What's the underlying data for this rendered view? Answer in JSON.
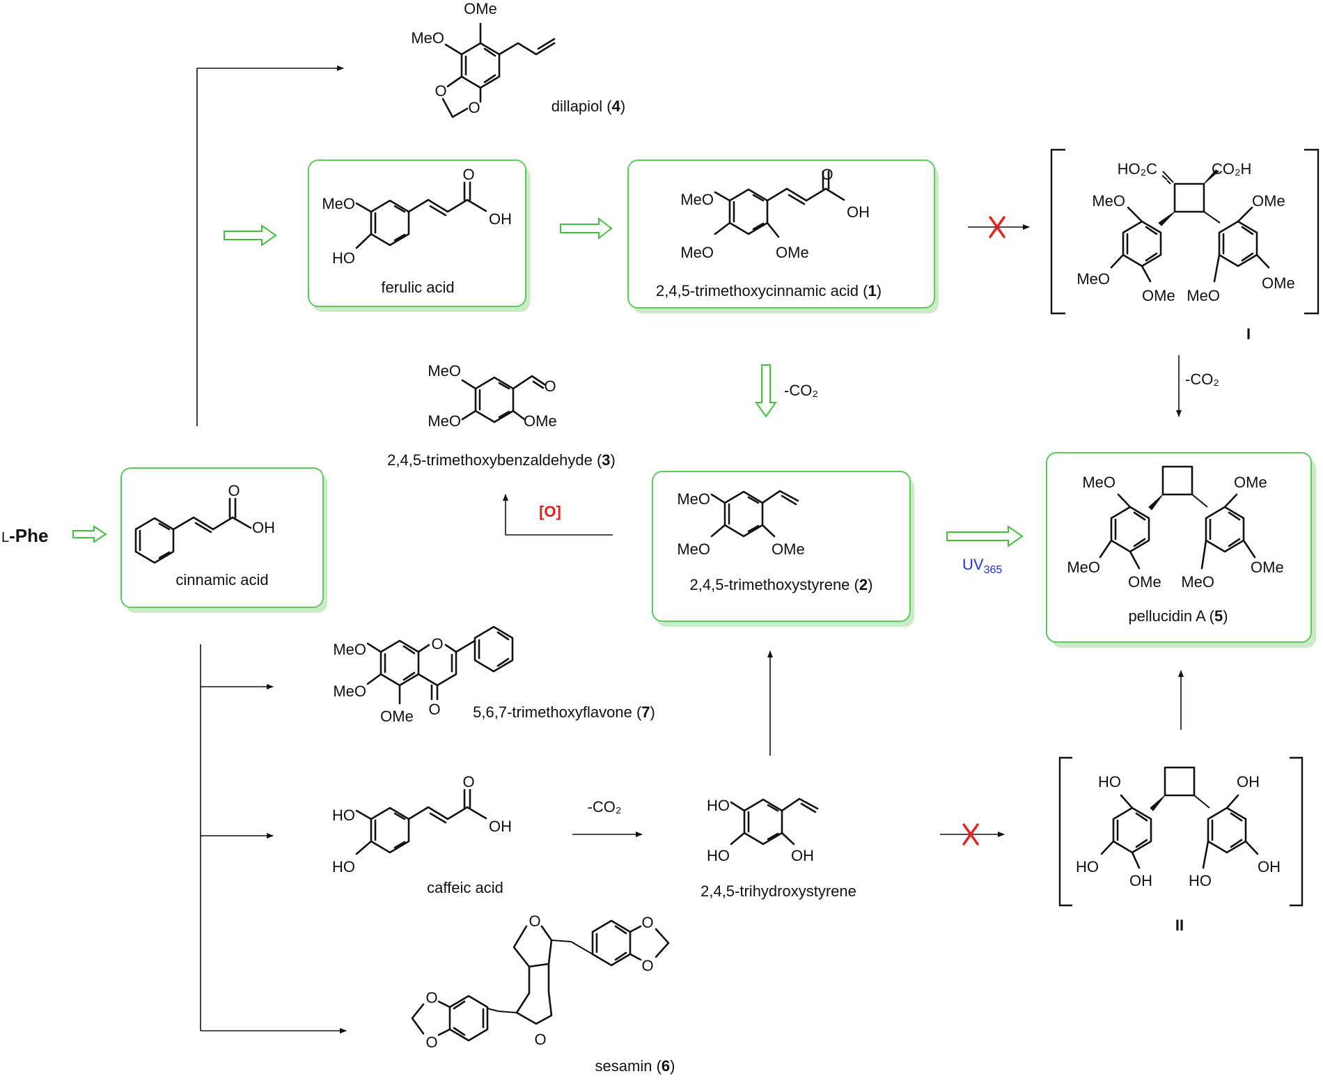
{
  "colors": {
    "box_border": "#5cc95a",
    "box_shadow": "#c9ecc6",
    "green_arrow": "#41c23d",
    "blocked_x": "#ea1c1c",
    "oxidation": "#e02020",
    "uv": "#1f35d6"
  },
  "start": {
    "prefix": "L",
    "name": "-Phe"
  },
  "compounds": {
    "cinnamic": {
      "name": "cinnamic acid"
    },
    "ferulic": {
      "name": "ferulic acid"
    },
    "tmca": {
      "name": "2,4,5-trimethoxycinnamic acid (",
      "num": "1",
      "suffix": ")"
    },
    "tms": {
      "name": "2,4,5-trimethoxystyrene (",
      "num": "2",
      "suffix": ")"
    },
    "tmb": {
      "name": "2,4,5-trimethoxybenzaldehyde (",
      "num": "3",
      "suffix": ")"
    },
    "dillapiol": {
      "name": "dillapiol (",
      "num": "4",
      "suffix": ")"
    },
    "pellucidin": {
      "name": "pellucidin A (",
      "num": "5",
      "suffix": ")"
    },
    "sesamin": {
      "name": "sesamin (",
      "num": "6",
      "suffix": ")"
    },
    "flavone": {
      "name": "5,6,7-trimethoxyflavone (",
      "num": "7",
      "suffix": ")"
    },
    "caffeic": {
      "name": "caffeic acid"
    },
    "ths": {
      "name": "2,4,5-trihydroxystyrene"
    },
    "intI": {
      "label": "I"
    },
    "intII": {
      "label": "II"
    }
  },
  "atoms": {
    "ome": "OMe",
    "meo": "MeO",
    "oh": "OH",
    "ho": "HO",
    "o": "O",
    "co2h": "CO₂H",
    "ho2c": "HO₂C"
  },
  "reagents": {
    "decarb_top": "-CO₂",
    "decarb_right": "-CO₂",
    "decarb_caffeic": "-CO₂",
    "oxidation": "[O]",
    "uv_main": "UV",
    "uv_sub": "365"
  }
}
